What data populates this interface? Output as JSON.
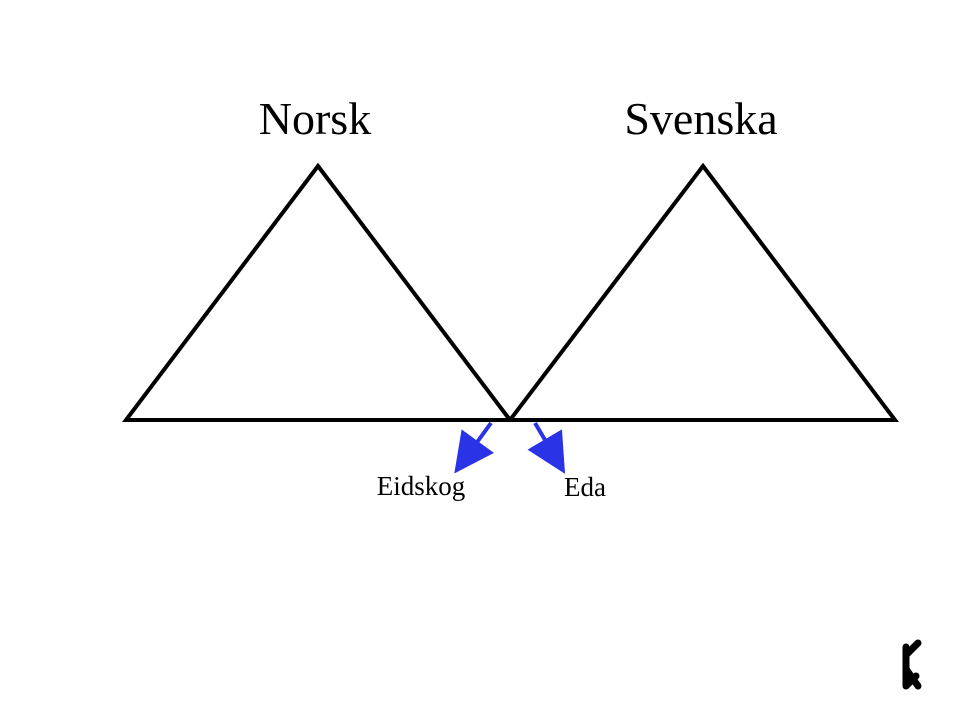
{
  "diagram": {
    "left_title": "Norsk",
    "right_title": "Svenska",
    "left_branch_label": "Eidskog",
    "right_branch_label": "Eda"
  },
  "colors": {
    "background": "#ffffff",
    "triangle_stroke": "#000000",
    "arrow_color": "#2a34e6",
    "text_color": "#000000"
  },
  "icons": {
    "corner_mark": "rune-icon"
  }
}
